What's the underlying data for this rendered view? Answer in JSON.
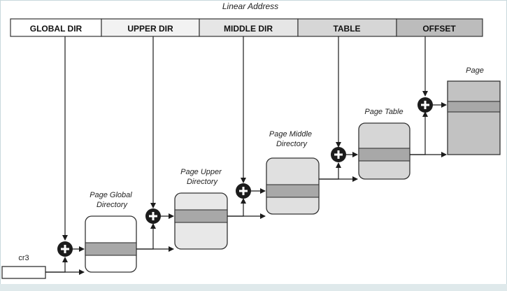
{
  "diagram": {
    "linear_address_title": "Linear Address",
    "address_fields": [
      "GLOBAL DIR",
      "UPPER DIR",
      "MIDDLE DIR",
      "TABLE",
      "OFFSET"
    ],
    "register": "cr3",
    "tables": {
      "global": "Page Global\nDirectory",
      "upper": "Page Upper\nDirectory",
      "middle": "Page Middle\nDirectory",
      "table": "Page Table",
      "page": "Page"
    },
    "colors": {
      "field_fills": [
        "#ffffff",
        "#f2f2f2",
        "#e6e6e6",
        "#d6d6d6",
        "#bcbcbc"
      ],
      "entry_band": "#a8a8a8",
      "page_fill": "#c2c2c2",
      "adder": "#1c1c1c"
    },
    "icons": [
      "plus-circle-icon",
      "arrow-head-icon"
    ]
  }
}
